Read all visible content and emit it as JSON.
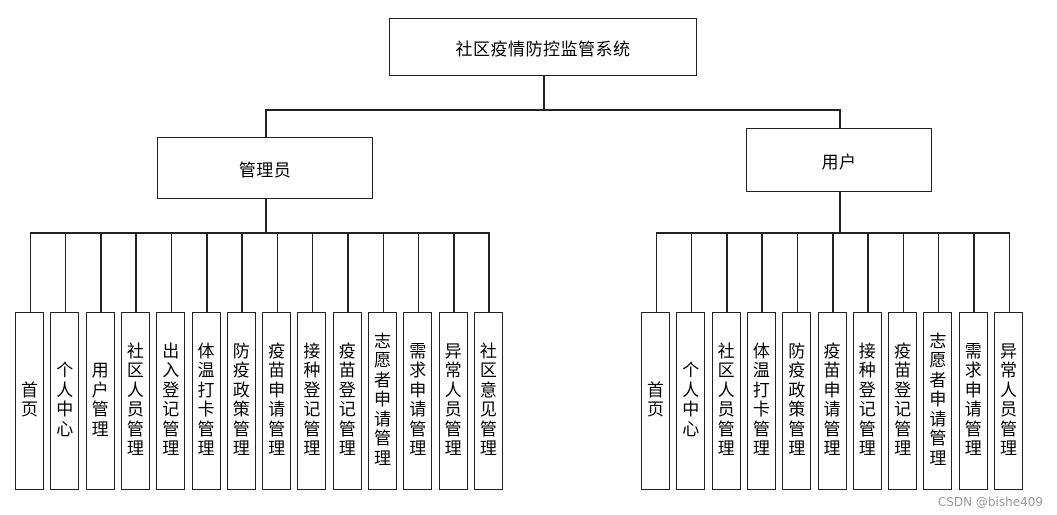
{
  "root": {
    "label": "社区疫情防控监管系统"
  },
  "branches": [
    {
      "label": "管理员",
      "modules": [
        {
          "label": "首页"
        },
        {
          "label": "个人中心"
        },
        {
          "label": "用户管理"
        },
        {
          "label": "社区人员管理"
        },
        {
          "label": "出入登记管理"
        },
        {
          "label": "体温打卡管理"
        },
        {
          "label": "防疫政策管理"
        },
        {
          "label": "疫苗申请管理"
        },
        {
          "label": "接种登记管理"
        },
        {
          "label": "疫苗登记管理"
        },
        {
          "label": "志愿者申请管理"
        },
        {
          "label": "需求申请管理"
        },
        {
          "label": "异常人员管理"
        },
        {
          "label": "社区意见管理"
        }
      ]
    },
    {
      "label": "用户",
      "modules": [
        {
          "label": "首页"
        },
        {
          "label": "个人中心"
        },
        {
          "label": "社区人员管理"
        },
        {
          "label": "体温打卡管理"
        },
        {
          "label": "防疫政策管理"
        },
        {
          "label": "疫苗申请管理"
        },
        {
          "label": "接种登记管理"
        },
        {
          "label": "疫苗登记管理"
        },
        {
          "label": "志愿者申请管理"
        },
        {
          "label": "需求申请管理"
        },
        {
          "label": "异常人员管理"
        }
      ]
    }
  ],
  "watermark": "CSDN @bishe409"
}
